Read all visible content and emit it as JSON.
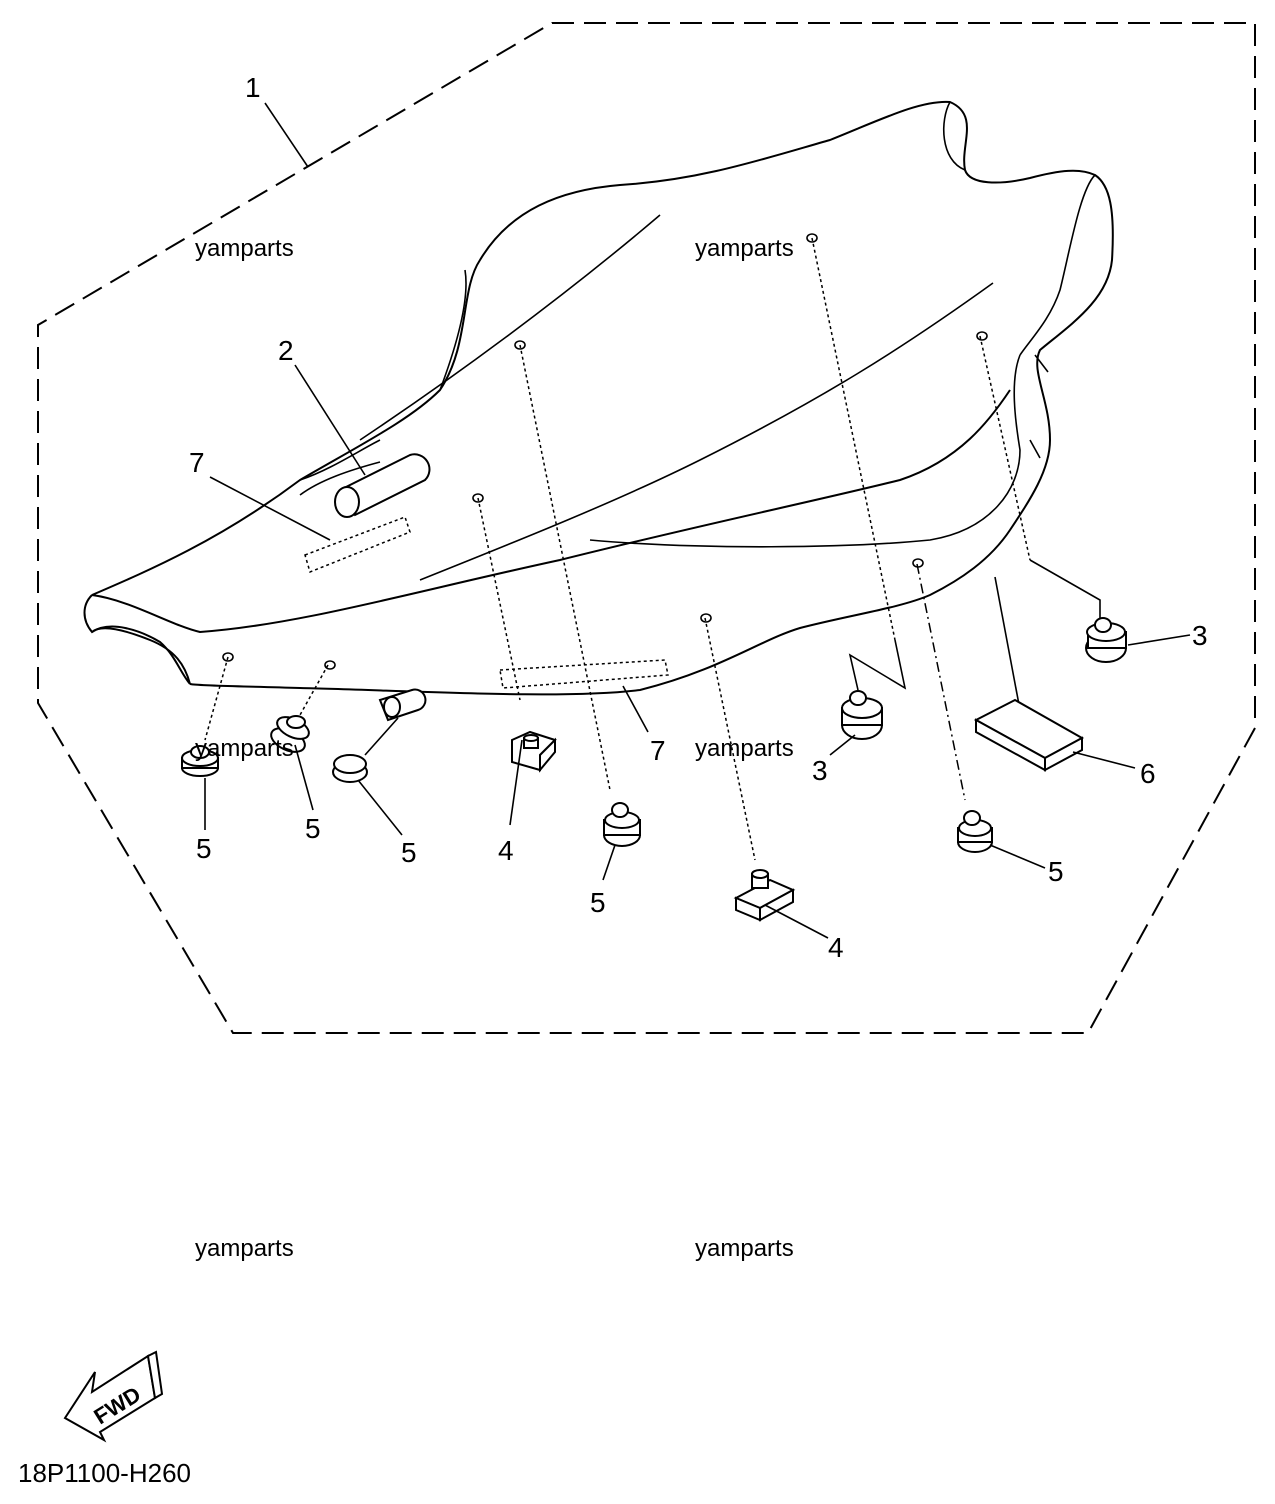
{
  "diagram": {
    "callouts": {
      "c1": "1",
      "c2": "2",
      "c3a": "3",
      "c3b": "3",
      "c4a": "4",
      "c4b": "4",
      "c5a": "5",
      "c5b": "5",
      "c5c": "5",
      "c5d": "5",
      "c5e": "5",
      "c6": "6",
      "c7a": "7",
      "c7b": "7"
    },
    "watermarks": [
      "yamparts",
      "yamparts",
      "yamparts",
      "yamparts",
      "yamparts",
      "yamparts"
    ],
    "fwd_label": "FWD",
    "drawing_code": "18P1100-H260"
  }
}
